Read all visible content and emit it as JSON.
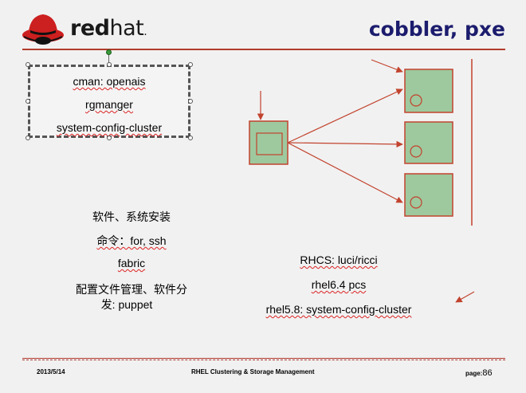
{
  "header": {
    "logo_text_bold": "red",
    "logo_text_light": "hat",
    "logo_suffix": ".",
    "slide_title": "cobbler, pxe"
  },
  "textbox": {
    "lines": [
      "cman: openais",
      "rgmanger",
      "system-config-cluster"
    ]
  },
  "left_list": {
    "items": [
      "软件、系统安装",
      "命令：for, ssh",
      "fabric",
      "配置文件管理、软件分",
      "发: puppet"
    ]
  },
  "right_list": {
    "items": [
      "RHCS: luci/ricci",
      "rhel6.4 pcs",
      "rhel5.8: system-config-cluster"
    ]
  },
  "footer": {
    "date": "2013/5/14",
    "course": "RHEL Clustering & Storage Management",
    "page_label": "page:",
    "page_number": "86"
  },
  "colors": {
    "accent_red": "#c2432e",
    "title_blue": "#1c1c6e",
    "node_green": "#9ec99e"
  }
}
